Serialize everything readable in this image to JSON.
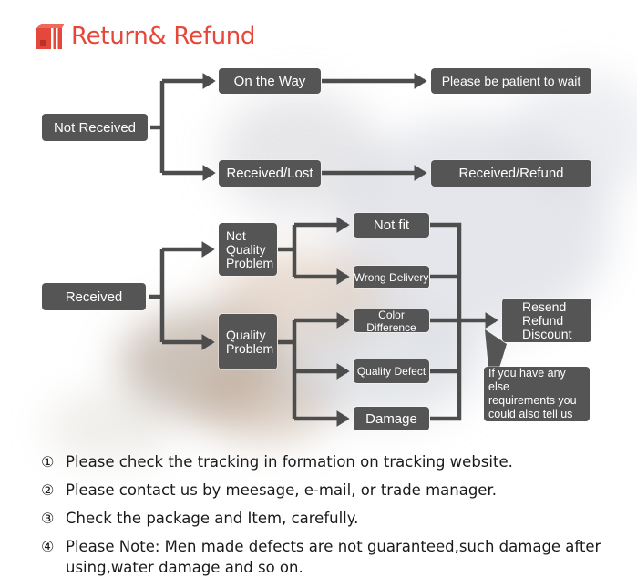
{
  "header": {
    "title": "Return& Refund",
    "icon": "box-icon",
    "color": "#e5483a"
  },
  "flow": {
    "not_received": "Not Received",
    "on_the_way": "On the Way",
    "please_wait": "Please be patient to wait",
    "received_lost": "Received/Lost",
    "received_refund": "Received/Refund",
    "received": "Received",
    "not_quality_problem": [
      "Not",
      "Quality",
      "Problem"
    ],
    "quality_problem": [
      "Quality",
      "Problem"
    ],
    "not_fit": "Not fit",
    "wrong_delivery": "Wrong Delivery",
    "color_difference": "Color Difference",
    "quality_defect": "Quality Defect",
    "damage": "Damage",
    "outcome": [
      "Resend",
      "Refund",
      "Discount"
    ],
    "requirements_note": [
      "If you have any else",
      "requirements you",
      "could also tell us"
    ],
    "box_color": "#555555",
    "arrow_color": "#4d4d4d"
  },
  "notes": [
    {
      "num": "①",
      "text": "Please check the tracking in formation on tracking website."
    },
    {
      "num": "②",
      "text": "Please contact us by meesage, e-mail, or trade manager."
    },
    {
      "num": "③",
      "text": "Check the package and Item, carefully."
    },
    {
      "num": "④",
      "text": "Please Note: Men made defects  are not guaranteed,such damage after using,water damage and so on."
    }
  ]
}
